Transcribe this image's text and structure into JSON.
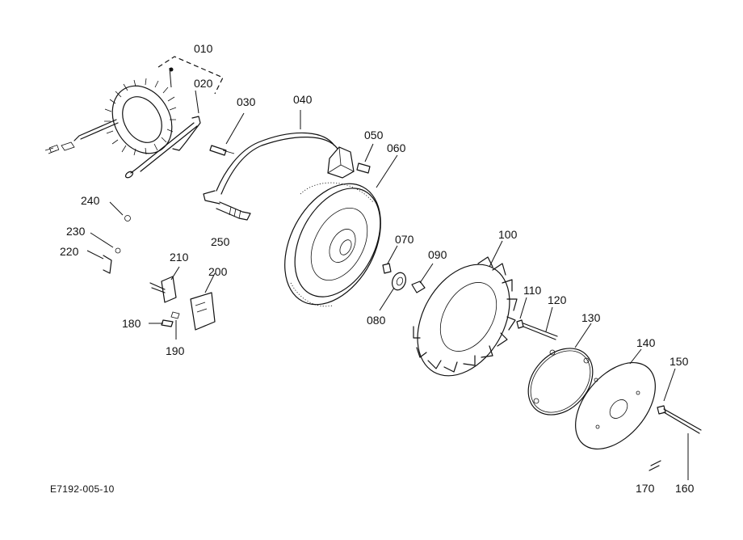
{
  "drawing_id": "E7192-005-10",
  "callouts": {
    "c010": "010",
    "c020": "020",
    "c030": "030",
    "c040": "040",
    "c050": "050",
    "c060": "060",
    "c070": "070",
    "c080": "080",
    "c090": "090",
    "c100": "100",
    "c110": "110",
    "c120": "120",
    "c130": "130",
    "c140": "140",
    "c150": "150",
    "c160": "160",
    "c170": "170",
    "c180": "180",
    "c190": "190",
    "c200": "200",
    "c210": "210",
    "c220": "220",
    "c230": "230",
    "c240": "240",
    "c250": "250"
  }
}
